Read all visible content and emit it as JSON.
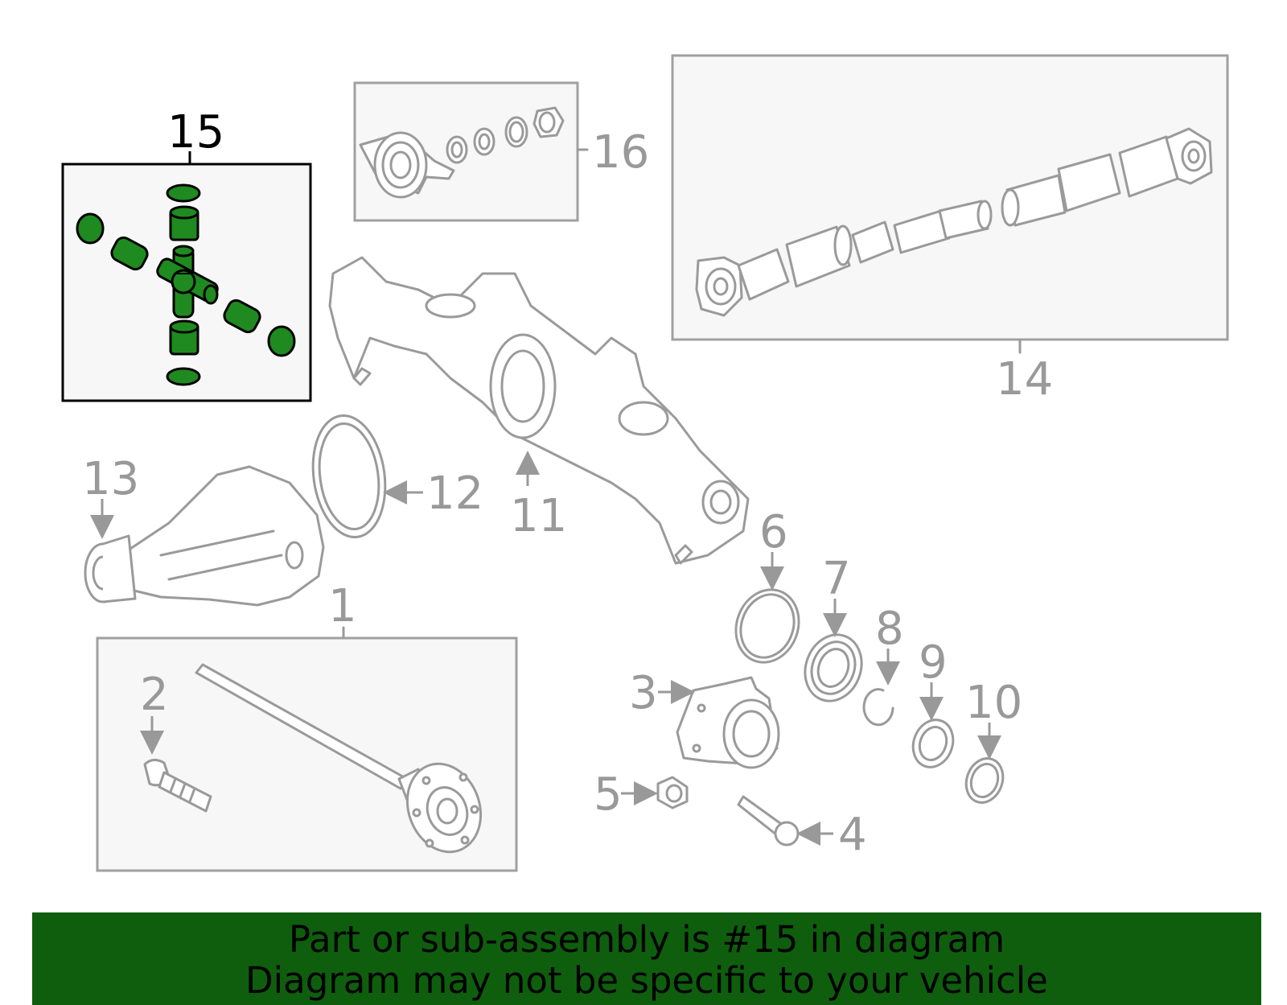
{
  "callouts": {
    "c1": "1",
    "c2": "2",
    "c3": "3",
    "c4": "4",
    "c5": "5",
    "c6": "6",
    "c7": "7",
    "c8": "8",
    "c9": "9",
    "c10": "10",
    "c11": "11",
    "c12": "12",
    "c13": "13",
    "c14": "14",
    "c15": "15",
    "c16": "16"
  },
  "highlighted_part": "15",
  "colors": {
    "highlight": "#1f8a1f",
    "banner": "#0e5e0e",
    "linework": "#9a9a9a"
  },
  "banner": {
    "line1": "Part or sub-assembly is #15 in diagram",
    "line2": "Diagram may not be specific to your vehicle"
  }
}
